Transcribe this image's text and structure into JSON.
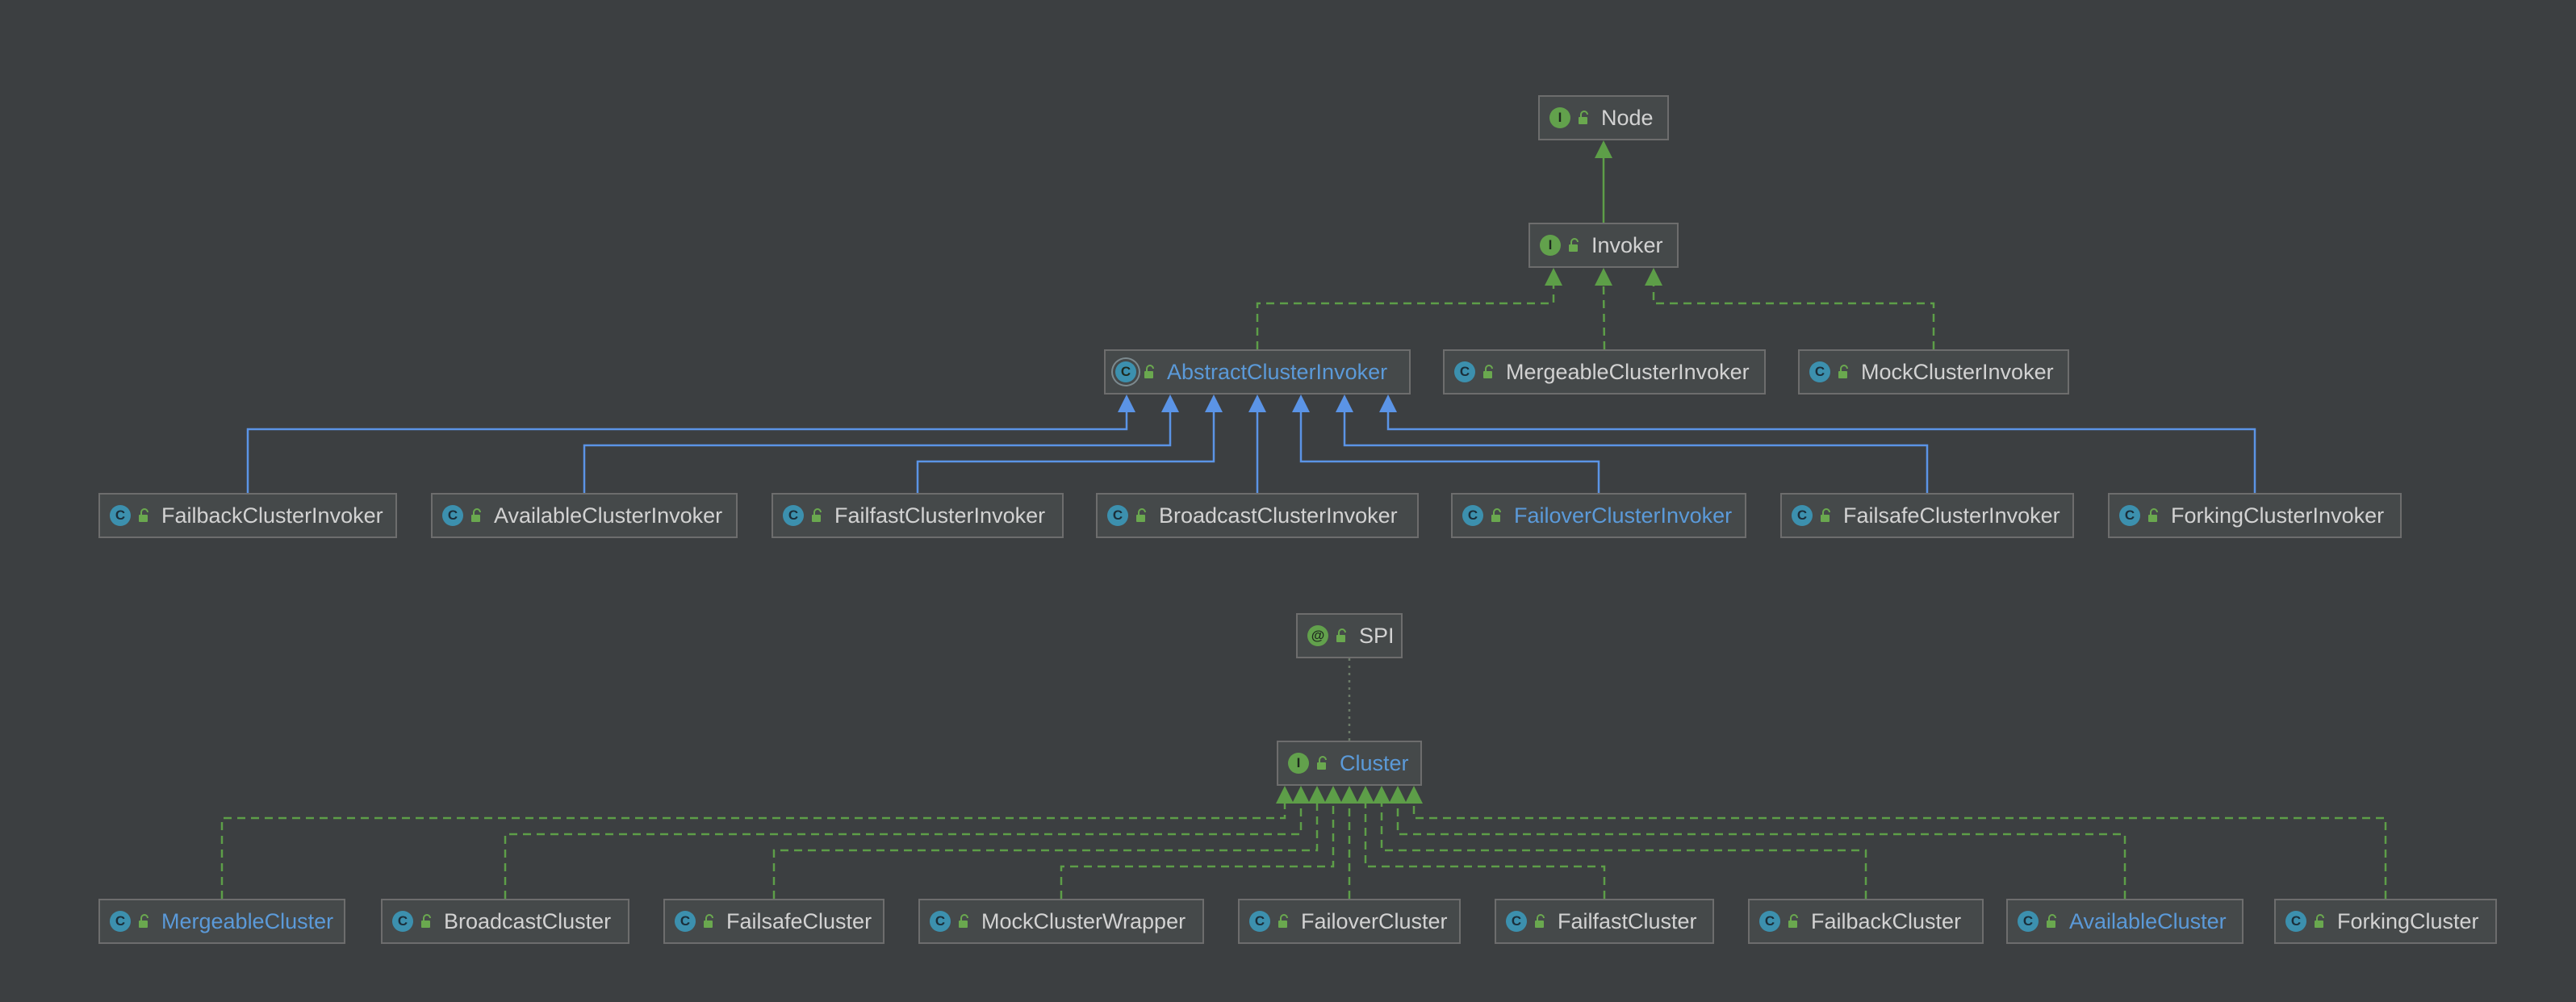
{
  "diagram": {
    "colors": {
      "background": "#3c3f41",
      "implements_edge": "#5d9e48",
      "extends_edge": "#5b94e6",
      "dependency_edge": "#6b7a68",
      "highlight_text": "#5b9ad9"
    },
    "icons": {
      "class": "C",
      "interface": "I",
      "annotation": "@"
    },
    "nodes": [
      {
        "id": "Node",
        "label": "Node",
        "kind": "interface"
      },
      {
        "id": "Invoker",
        "label": "Invoker",
        "kind": "interface"
      },
      {
        "id": "AbstractClusterInvoker",
        "label": "AbstractClusterInvoker",
        "kind": "abstract-class",
        "highlight": true
      },
      {
        "id": "MergeableClusterInvoker",
        "label": "MergeableClusterInvoker",
        "kind": "class"
      },
      {
        "id": "MockClusterInvoker",
        "label": "MockClusterInvoker",
        "kind": "class"
      },
      {
        "id": "FailbackClusterInvoker",
        "label": "FailbackClusterInvoker",
        "kind": "class"
      },
      {
        "id": "AvailableClusterInvoker",
        "label": "AvailableClusterInvoker",
        "kind": "class"
      },
      {
        "id": "FailfastClusterInvoker",
        "label": "FailfastClusterInvoker",
        "kind": "class"
      },
      {
        "id": "BroadcastClusterInvoker",
        "label": "BroadcastClusterInvoker",
        "kind": "class"
      },
      {
        "id": "FailoverClusterInvoker",
        "label": "FailoverClusterInvoker",
        "kind": "class",
        "highlight": true
      },
      {
        "id": "FailsafeClusterInvoker",
        "label": "FailsafeClusterInvoker",
        "kind": "class"
      },
      {
        "id": "ForkingClusterInvoker",
        "label": "ForkingClusterInvoker",
        "kind": "class"
      },
      {
        "id": "SPI",
        "label": "SPI",
        "kind": "annotation"
      },
      {
        "id": "Cluster",
        "label": "Cluster",
        "kind": "interface",
        "highlight": true
      },
      {
        "id": "MergeableCluster",
        "label": "MergeableCluster",
        "kind": "class",
        "highlight": true
      },
      {
        "id": "BroadcastCluster",
        "label": "BroadcastCluster",
        "kind": "class"
      },
      {
        "id": "FailsafeCluster",
        "label": "FailsafeCluster",
        "kind": "class"
      },
      {
        "id": "MockClusterWrapper",
        "label": "MockClusterWrapper",
        "kind": "class"
      },
      {
        "id": "FailoverCluster",
        "label": "FailoverCluster",
        "kind": "class"
      },
      {
        "id": "FailfastCluster",
        "label": "FailfastCluster",
        "kind": "class"
      },
      {
        "id": "FailbackCluster",
        "label": "FailbackCluster",
        "kind": "class"
      },
      {
        "id": "AvailableCluster",
        "label": "AvailableCluster",
        "kind": "class",
        "highlight": true
      },
      {
        "id": "ForkingCluster",
        "label": "ForkingCluster",
        "kind": "class"
      }
    ],
    "edges": [
      {
        "from": "Invoker",
        "to": "Node",
        "type": "extends-interface"
      },
      {
        "from": "AbstractClusterInvoker",
        "to": "Invoker",
        "type": "implements"
      },
      {
        "from": "MergeableClusterInvoker",
        "to": "Invoker",
        "type": "implements"
      },
      {
        "from": "MockClusterInvoker",
        "to": "Invoker",
        "type": "implements"
      },
      {
        "from": "FailbackClusterInvoker",
        "to": "AbstractClusterInvoker",
        "type": "extends"
      },
      {
        "from": "AvailableClusterInvoker",
        "to": "AbstractClusterInvoker",
        "type": "extends"
      },
      {
        "from": "FailfastClusterInvoker",
        "to": "AbstractClusterInvoker",
        "type": "extends"
      },
      {
        "from": "BroadcastClusterInvoker",
        "to": "AbstractClusterInvoker",
        "type": "extends"
      },
      {
        "from": "FailoverClusterInvoker",
        "to": "AbstractClusterInvoker",
        "type": "extends"
      },
      {
        "from": "FailsafeClusterInvoker",
        "to": "AbstractClusterInvoker",
        "type": "extends"
      },
      {
        "from": "ForkingClusterInvoker",
        "to": "AbstractClusterInvoker",
        "type": "extends"
      },
      {
        "from": "Cluster",
        "to": "SPI",
        "type": "annotated-with"
      },
      {
        "from": "MergeableCluster",
        "to": "Cluster",
        "type": "implements"
      },
      {
        "from": "BroadcastCluster",
        "to": "Cluster",
        "type": "implements"
      },
      {
        "from": "FailsafeCluster",
        "to": "Cluster",
        "type": "implements"
      },
      {
        "from": "MockClusterWrapper",
        "to": "Cluster",
        "type": "implements"
      },
      {
        "from": "FailoverCluster",
        "to": "Cluster",
        "type": "implements"
      },
      {
        "from": "FailfastCluster",
        "to": "Cluster",
        "type": "implements"
      },
      {
        "from": "FailbackCluster",
        "to": "Cluster",
        "type": "implements"
      },
      {
        "from": "AvailableCluster",
        "to": "Cluster",
        "type": "implements"
      },
      {
        "from": "ForkingCluster",
        "to": "Cluster",
        "type": "implements"
      }
    ]
  }
}
